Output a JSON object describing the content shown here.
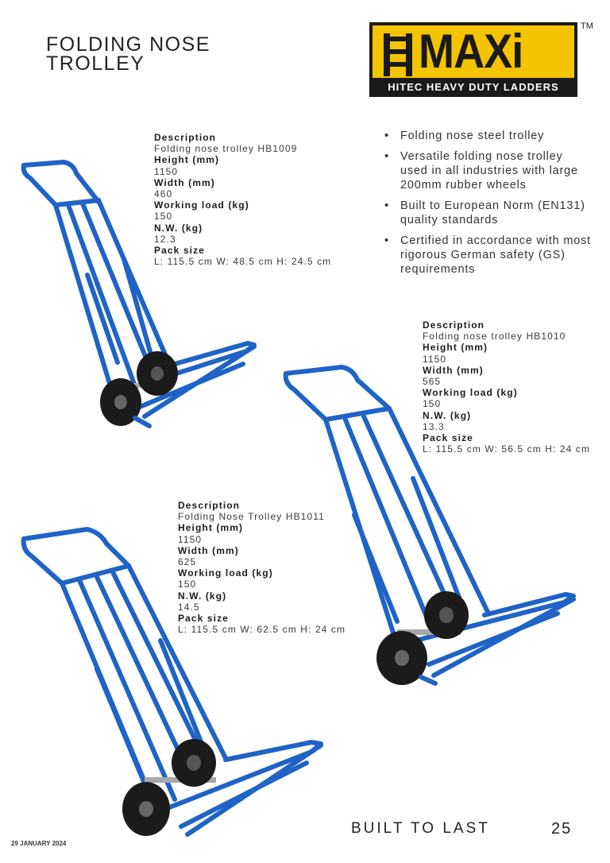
{
  "title": {
    "line1": "FOLDING NOSE",
    "line2": "TROLLEY"
  },
  "logo": {
    "word": "MAXi",
    "tagline": "HITEC HEAVY DUTY LADDERS",
    "trademark": "TM"
  },
  "labels": {
    "description": "Description",
    "height": "Height (mm)",
    "width": "Width (mm)",
    "working_load": "Working load (kg)",
    "nw": "N.W. (kg)",
    "pack_size": "Pack size"
  },
  "products": [
    {
      "description": "Folding nose trolley HB1009",
      "height": "1150",
      "width": "460",
      "working_load": "150",
      "nw": "12.3",
      "pack_size": "L: 115.5 cm W: 48.5 cm H: 24.5 cm"
    },
    {
      "description": "Folding nose trolley HB1010",
      "height": "1150",
      "width": "565",
      "working_load": "150",
      "nw": "13.3",
      "pack_size": "L: 115.5 cm W: 56.5 cm H: 24 cm"
    },
    {
      "description": "Folding Nose Trolley HB1011",
      "height": "1150",
      "width": "625",
      "working_load": "150",
      "nw": "14.5",
      "pack_size": "L: 115.5 cm W: 62.5 cm H: 24 cm"
    }
  ],
  "features": [
    "Folding nose steel trolley",
    "Versatile folding nose trolley used in all industries with large 200mm rubber wheels",
    "Built to European Norm (EN131) quality standards",
    "Certified in accordance with most rigorous German safety (GS) requirements"
  ],
  "footer": {
    "slogan": "BUILT TO LAST",
    "page": "25",
    "date": "29 JANUARY 2024"
  },
  "colors": {
    "frame_blue": "#1f63c6",
    "logo_yellow": "#f5c400",
    "logo_black": "#1a1a1a"
  }
}
